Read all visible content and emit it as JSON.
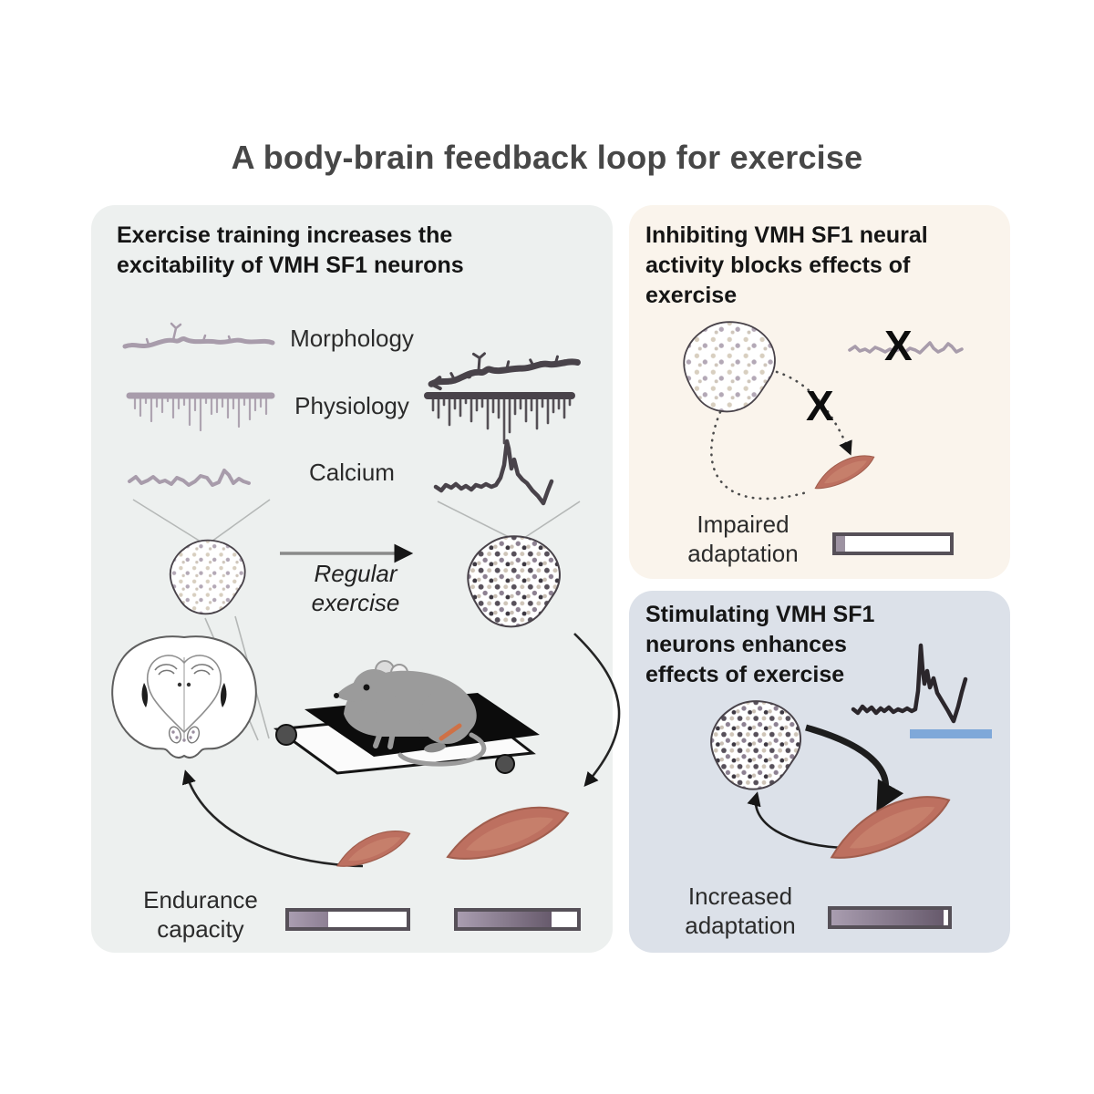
{
  "figure_title": "A body-brain feedback loop for exercise",
  "panels": {
    "training": {
      "header": "Exercise training increases the excitability of VMH SF1 neurons",
      "trace_labels": [
        "Morphology",
        "Physiology",
        "Calcium"
      ],
      "arrow_label": "Regular exercise",
      "outcome_label": "Endurance capacity",
      "bars": {
        "before_pct": 33,
        "after_pct": 79
      }
    },
    "inhibition": {
      "header": "Inhibiting VMH SF1 neural activity blocks effects of exercise",
      "block_mark": "X",
      "outcome_label": "Impaired adaptation",
      "bar_pct": 8
    },
    "stimulation": {
      "header": "Stimulating VMH SF1 neurons enhances effects of exercise",
      "outcome_label": "Increased adaptation",
      "bar_pct": 96
    }
  },
  "colors": {
    "title_text": "#474747",
    "muscle": "#bd7060",
    "trace_untrained": "#a89cab",
    "trace_trained": "#49434a",
    "stimulation_bar": "#7fa8d9",
    "panel_training_bg": "#edf0ef",
    "panel_inhibition_bg": "#faf4ec",
    "panel_stimulation_bg": "#dce1e9",
    "bar_border": "#565058"
  }
}
